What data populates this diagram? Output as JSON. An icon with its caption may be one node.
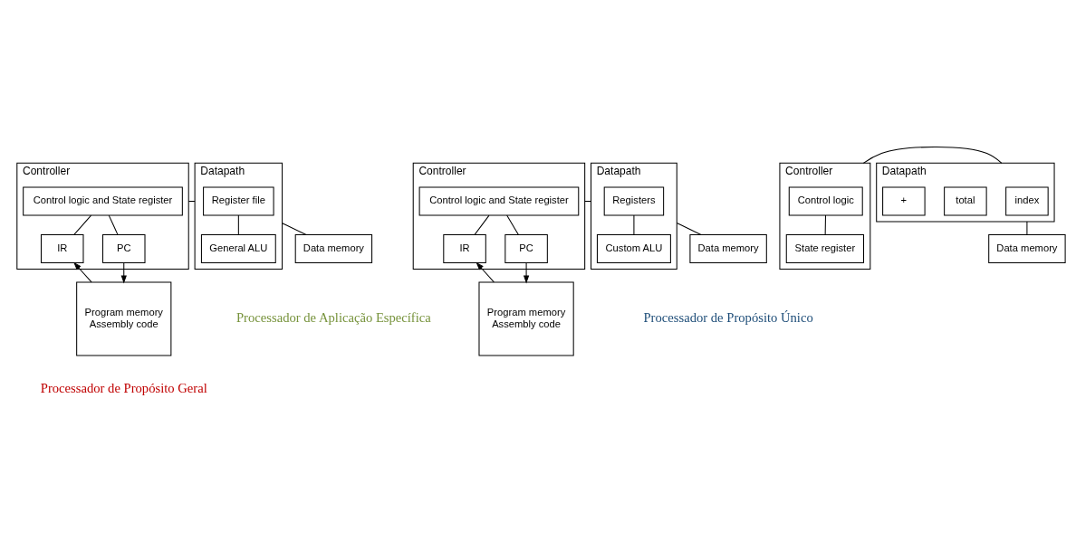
{
  "diagram": {
    "nodes": [
      {
        "text": [
          "Controller"
        ]
      },
      {
        "text": [
          "Control logic and State register"
        ],
        "in": 0
      },
      {
        "text": [
          "IR"
        ],
        "in": 0
      },
      {
        "text": [
          "PC"
        ],
        "in": 0
      },
      {
        "text": [
          "Datapath"
        ]
      },
      {
        "text": [
          "Register file"
        ],
        "in": 4
      },
      {
        "text": [
          "General ALU"
        ],
        "in": 4
      },
      {
        "text": [
          "Program memory",
          "Assembly code"
        ]
      },
      {
        "text": [
          "Data memory"
        ]
      },
      {
        "text": [
          "Controller"
        ]
      },
      {
        "text": [
          "Control logic and State register"
        ],
        "in": 9
      },
      {
        "text": [
          "IR"
        ],
        "in": 9
      },
      {
        "text": [
          "PC"
        ],
        "in": 9
      },
      {
        "text": [
          "Datapath"
        ]
      },
      {
        "text": [
          "Registers"
        ],
        "in": 13
      },
      {
        "text": [
          "Custom ALU"
        ],
        "in": 13
      },
      {
        "text": [
          "Data memory"
        ]
      },
      {
        "text": [
          "Program memory",
          "Assembly code"
        ]
      },
      {
        "text": [
          "Controller"
        ]
      },
      {
        "text": [
          "Control logic"
        ],
        "in": 18
      },
      {
        "text": [
          "State register"
        ],
        "in": 18
      },
      {
        "text": [
          "Datapath"
        ]
      },
      {
        "text": [
          "index"
        ],
        "in": 21
      },
      {
        "text": [
          "total"
        ],
        "in": 21
      },
      {
        "text": [
          "+"
        ],
        "in": 21
      },
      {
        "text": [
          "Data memory"
        ]
      }
    ],
    "edges": [
      {
        "from": 0,
        "to": 4,
        "arrow": "none"
      },
      {
        "from": 1,
        "to": 2,
        "arrow": "none"
      },
      {
        "from": 1,
        "to": 3,
        "arrow": "none"
      },
      {
        "from": 5,
        "to": 6,
        "arrow": "none"
      },
      {
        "from": 7,
        "to": 2,
        "arrow": "to"
      },
      {
        "from": 3,
        "to": 7,
        "arrow": "to"
      },
      {
        "from": 4,
        "to": 8,
        "arrow": "none"
      },
      {
        "from": 9,
        "to": 13,
        "arrow": "none"
      },
      {
        "from": 10,
        "to": 11,
        "arrow": "none"
      },
      {
        "from": 10,
        "to": 12,
        "arrow": "none"
      },
      {
        "from": 14,
        "to": 15,
        "arrow": "none"
      },
      {
        "from": 13,
        "to": 16,
        "arrow": "none"
      },
      {
        "from": 17,
        "to": 11,
        "arrow": "to"
      },
      {
        "from": 12,
        "to": 17,
        "arrow": "to"
      },
      {
        "from": 18,
        "to": 21,
        "arrow": "none"
      },
      {
        "from": 19,
        "to": 20,
        "arrow": "none"
      },
      {
        "from": 21,
        "to": 25,
        "arrow": "none"
      }
    ],
    "labels": [
      "Processador de Propósito Geral",
      "Processador de Aplicação Específica",
      "Processador de Propósito Único"
    ]
  }
}
